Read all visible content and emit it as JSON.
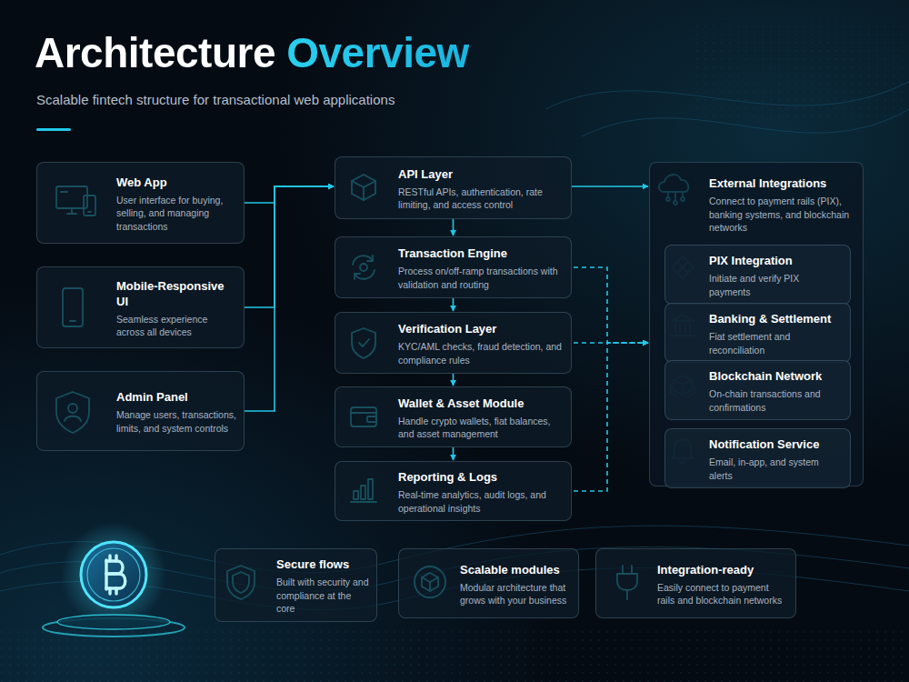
{
  "diagram": {
    "title": "Architecture Overview",
    "caption": "Scalable fintech structure for transactional web applications",
    "nodes": [
      {
        "text": [
          "Web App",
          "User interface for buying, selling, and managing transactions"
        ]
      },
      {
        "text": [
          "Mobile-Responsive UI",
          "Seamless experience across all devices"
        ]
      },
      {
        "text": [
          "Admin Panel",
          "Manage users, transactions, limits, and system controls"
        ]
      },
      {
        "text": [
          "API Layer",
          "RESTful APIs, authentication, rate limiting, and access control"
        ]
      },
      {
        "text": [
          "Transaction Engine",
          "Process on/off-ramp transactions with validation and routing"
        ]
      },
      {
        "text": [
          "Verification Layer",
          "KYC/AML checks, fraud detection, and compliance rules"
        ]
      },
      {
        "text": [
          "Wallet & Asset Module",
          "Handle crypto wallets, fiat balances, and asset management"
        ]
      },
      {
        "text": [
          "Reporting & Logs",
          "Real-time analytics, audit logs, and operational insights"
        ]
      },
      {
        "text": [
          "External Integrations",
          "Connect to payment rails (PIX), banking systems, and blockchain networks"
        ]
      },
      {
        "text": [
          "PIX Integration",
          "Initiate and verify PIX payments"
        ],
        "in": 8
      },
      {
        "text": [
          "Banking & Settlement",
          "Fiat settlement and reconciliation"
        ],
        "in": 8
      },
      {
        "text": [
          "Blockchain Network",
          "On-chain transactions and confirmations"
        ],
        "in": 8
      },
      {
        "text": [
          "Notification Service",
          "Email, in-app, and system alerts"
        ],
        "in": 8
      },
      {
        "text": [
          "Secure flows",
          "Built with security and compliance at the core"
        ]
      },
      {
        "text": [
          "Scalable modules",
          "Modular architecture that grows with your business"
        ]
      },
      {
        "text": [
          "Integration-ready",
          "Easily connect to payment rails and blockchain networks"
        ]
      }
    ],
    "edges": [
      {
        "from": 0,
        "to": 3,
        "arrow": "to"
      },
      {
        "from": 1,
        "to": 3,
        "arrow": "to"
      },
      {
        "from": 2,
        "to": 3,
        "arrow": "to"
      },
      {
        "from": 3,
        "to": 8,
        "arrow": "to"
      },
      {
        "from": 3,
        "to": 4,
        "arrow": "to"
      },
      {
        "from": 4,
        "to": 5,
        "arrow": "to"
      },
      {
        "from": 5,
        "to": 6,
        "arrow": "to"
      },
      {
        "from": 6,
        "to": 7,
        "arrow": "to"
      },
      {
        "from": 4,
        "to": 8,
        "arrow": "to"
      },
      {
        "from": 5,
        "to": 8,
        "arrow": "to"
      },
      {
        "from": 7,
        "to": 8,
        "arrow": "to"
      }
    ]
  }
}
